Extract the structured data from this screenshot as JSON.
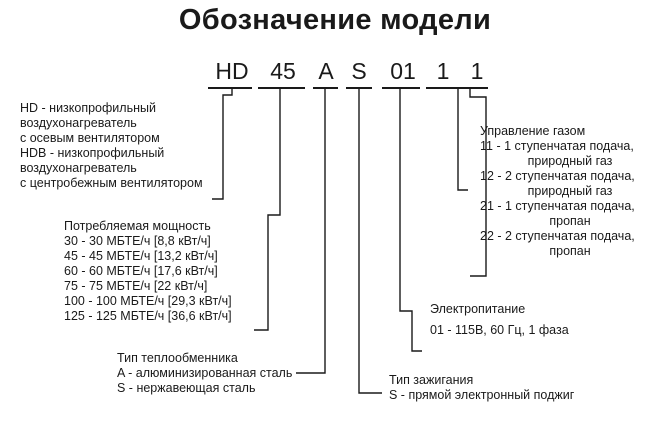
{
  "title": "Обозначение модели",
  "code_parts": [
    "HD",
    "45",
    "A",
    "S",
    "01",
    "1",
    "1"
  ],
  "blocks": {
    "fan_type": [
      "HD - низкопрофильный",
      "воздухонагреватель",
      "с осевым вентилятором",
      "HDB - низкопрофильный",
      "воздухонагреватель",
      "с центробежным вентилятором"
    ],
    "power": {
      "heading": "Потребляемая мощность",
      "lines": [
        "30 - 30 МБТЕ/ч [8,8 кВт/ч]",
        "45 - 45 МБТЕ/ч [13,2 кВт/ч]",
        "60 - 60 МБТЕ/ч [17,6 кВт/ч]",
        "75 - 75 МБТЕ/ч [22 кВт/ч]",
        "100 - 100 МБТЕ/ч [29,3 кВт/ч]",
        "125 - 125 МБТЕ/ч [36,6 кВт/ч]"
      ]
    },
    "heat_exchanger": {
      "heading": "Тип теплообменника",
      "lines": [
        "A - алюминизированная сталь",
        "S - нержавеющая сталь"
      ]
    },
    "ignition": {
      "heading": "Тип зажигания",
      "lines": [
        "S - прямой электронный поджиг"
      ]
    },
    "power_supply": {
      "heading": "Электропитание",
      "lines": [
        "01 - 115В, 60 Гц, 1 фаза"
      ]
    },
    "gas_control": {
      "heading": "Управление газом",
      "lines": [
        "11 - 1 ступенчатая подача,",
        "природный газ",
        "12 - 2 ступенчатая подача,",
        "природный газ",
        "21 - 1 ступенчатая подача,",
        "пропан",
        "22 - 2 ступенчатая подача,",
        "пропан"
      ]
    }
  }
}
